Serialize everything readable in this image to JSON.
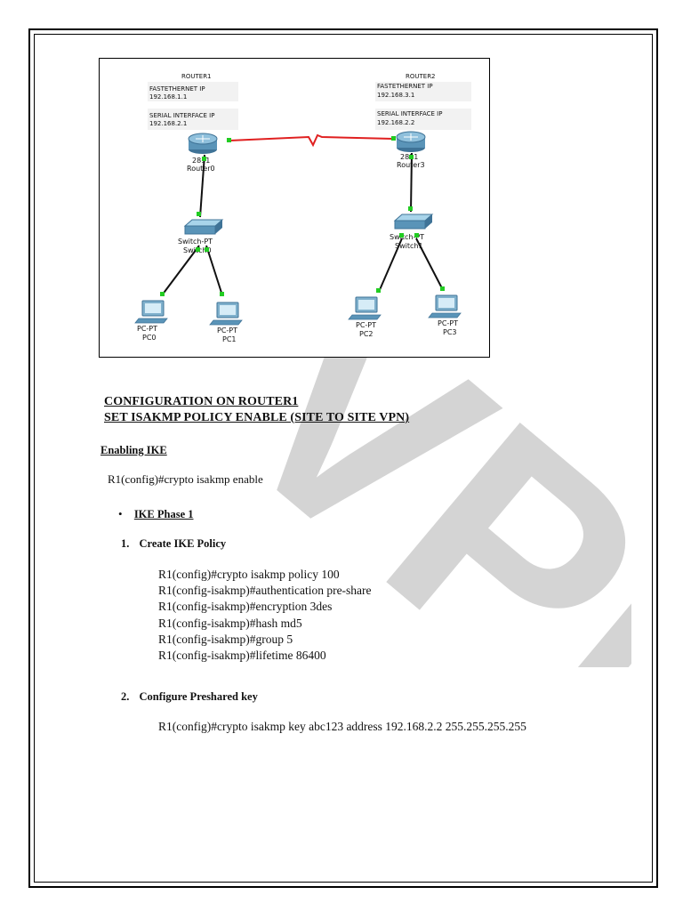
{
  "diagram": {
    "router1": {
      "title": "ROUTER1",
      "fe_label": "FASTETHERNET IP",
      "fe_ip": "192.168.1.1",
      "serial_label": "SERIAL INTERFACE IP",
      "serial_ip": "192.168.2.1",
      "model": "2811",
      "name": "Router0"
    },
    "router2": {
      "title": "ROUTER2",
      "fe_label": "FASTETHERNET IP",
      "fe_ip": "192.168.3.1",
      "serial_label": "SERIAL INTERFACE IP",
      "serial_ip": "192.168.2.2",
      "model": "2811",
      "name": "Router3"
    },
    "switch0": {
      "type": "Switch-PT",
      "name": "Switch0"
    },
    "switch1": {
      "type": "Switch-PT",
      "name": "Switch1"
    },
    "pcs": [
      {
        "type": "PC-PT",
        "name": "PC0"
      },
      {
        "type": "PC-PT",
        "name": "PC1"
      },
      {
        "type": "PC-PT",
        "name": "PC2"
      },
      {
        "type": "PC-PT",
        "name": "PC3"
      }
    ],
    "colors": {
      "serial_link": "#e02020",
      "port_light": "#22cc22",
      "device": "#5a94b8"
    }
  },
  "watermark": {
    "text": "VPN",
    "color": "#d0d0d0"
  },
  "heading": {
    "line1": "CONFIGURATION ON ROUTER1",
    "line2": "SET ISAKMP POLICY ENABLE (SITE TO SITE VPN)"
  },
  "section": {
    "enabling_ike": "Enabling IKE",
    "enable_cmd": "R1(config)#crypto isakmp enable",
    "ike_phase1": "IKE Phase 1",
    "step1_num": "1.",
    "step1_title": "Create IKE Policy",
    "policy_cmds": [
      "R1(config)#crypto isakmp policy 100",
      "R1(config-isakmp)#authentication pre-share",
      "R1(config-isakmp)#encryption 3des",
      "R1(config-isakmp)#hash md5",
      "R1(config-isakmp)#group 5",
      "R1(config-isakmp)#lifetime 86400"
    ],
    "step2_num": "2.",
    "step2_title": "Configure Preshared key",
    "key_cmd": "R1(config)#crypto isakmp key abc123 address 192.168.2.2 255.255.255.255"
  }
}
